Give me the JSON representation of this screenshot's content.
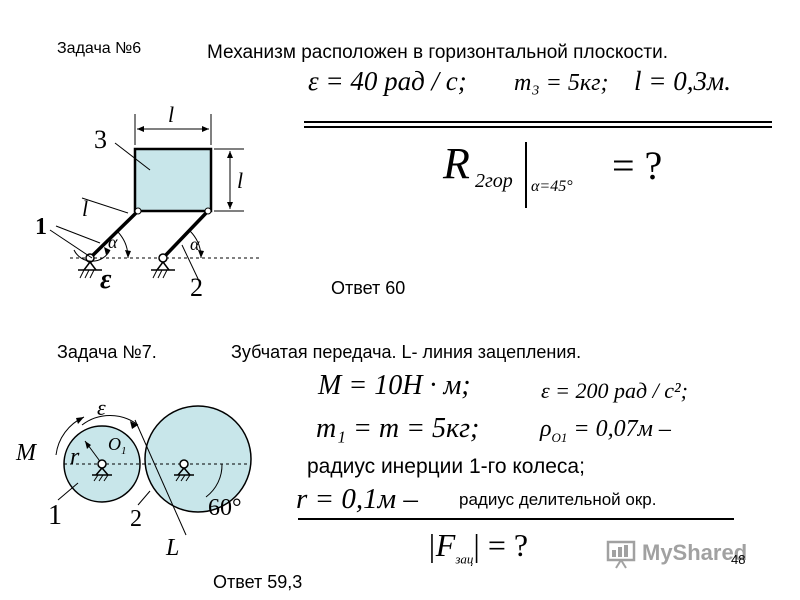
{
  "task6": {
    "title": "Задача №6",
    "description": "Механизм расположен в горизонтальной плоскости.",
    "given": [
      "ε = 40 рад / с;",
      "m₃ = 5кг;",
      "l = 0,3м."
    ],
    "find_symbol": "R",
    "find_sub": "2гор",
    "find_condition": "α=45°",
    "find_rhs": "= ?",
    "answer": "Ответ  60",
    "diagram": {
      "label_l_top": "l",
      "label_l_right": "l",
      "label_l_left": "l",
      "label_3": "3",
      "label_1": "1",
      "label_2": "2",
      "label_eps": "ε",
      "label_alpha_1": "α",
      "label_alpha_2": "α"
    }
  },
  "task7": {
    "title": "Задача №7.",
    "description": "Зубчатая передача. L- линия зацепления.",
    "given": [
      "M = 10H · м;",
      "ε = 200 рад / с²;",
      "m₁ = m = 5кг;",
      "ρ",
      "O1",
      " = 0,07м –"
    ],
    "inertia_note": "радиус инерции 1-го колеса;",
    "r_formula": "r = 0,1м –",
    "r_note": "радиус делительной окр.",
    "find_expr": "|F",
    "find_sub": "зац",
    "find_rhs": "| = ?",
    "answer": "Ответ 59,3",
    "diagram": {
      "label_eps": "ε",
      "label_M": "M",
      "label_r": "r",
      "label_O1": "O",
      "label_O1_sub": "1",
      "label_1": "1",
      "label_2": "2",
      "label_60": "60°",
      "label_L": "L"
    }
  },
  "watermark": "MyShared",
  "page_number": "48",
  "colors": {
    "fill": "#c8e6ea",
    "line": "#000000"
  }
}
